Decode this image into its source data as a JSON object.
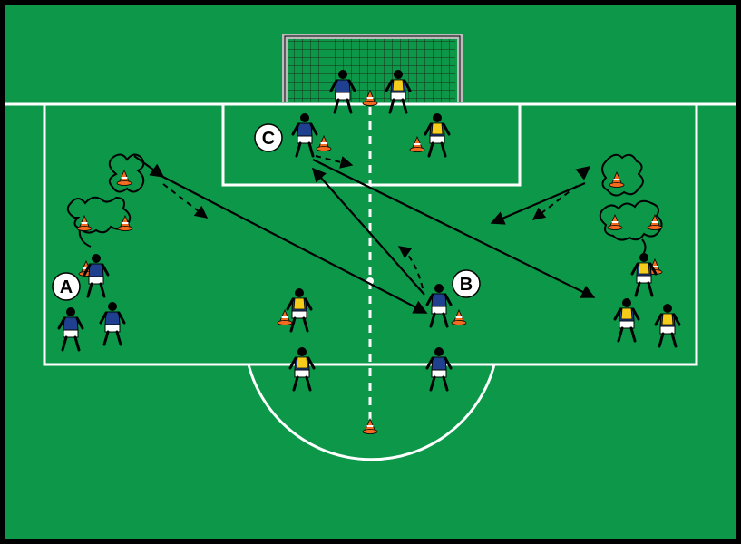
{
  "colors": {
    "field": "#0c9848",
    "border": "#000000",
    "line": "#ffffff",
    "team_blue_shirt": "#1f3f8f",
    "team_yellow_bib": "#f5cc1a",
    "shorts": "#ffffff",
    "cone": "#f36b21"
  },
  "labels": {
    "a": "A",
    "b": "B",
    "c": "C"
  },
  "icons": [
    "goal-icon",
    "player-icon",
    "cone-icon",
    "pass-arrow",
    "run-arrow",
    "dribble-path"
  ]
}
